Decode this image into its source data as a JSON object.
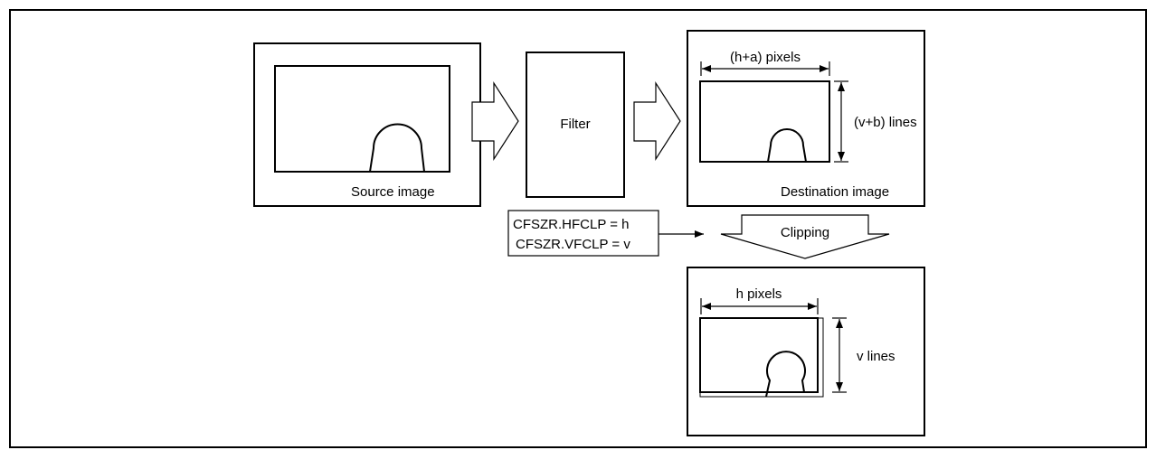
{
  "labels": {
    "source_image": "Source image",
    "filter": "Filter",
    "destination_image": "Destination image",
    "dest_width": "(h+a) pixels",
    "dest_height": "(v+b) lines",
    "register_hfclp": "CFSZR.HFCLP = h",
    "register_vfclp": "CFSZR.VFCLP = v",
    "clipping": "Clipping",
    "clipped_width": "h pixels",
    "clipped_height": "v lines"
  },
  "colors": {
    "stroke": "#000000",
    "background": "#ffffff"
  }
}
